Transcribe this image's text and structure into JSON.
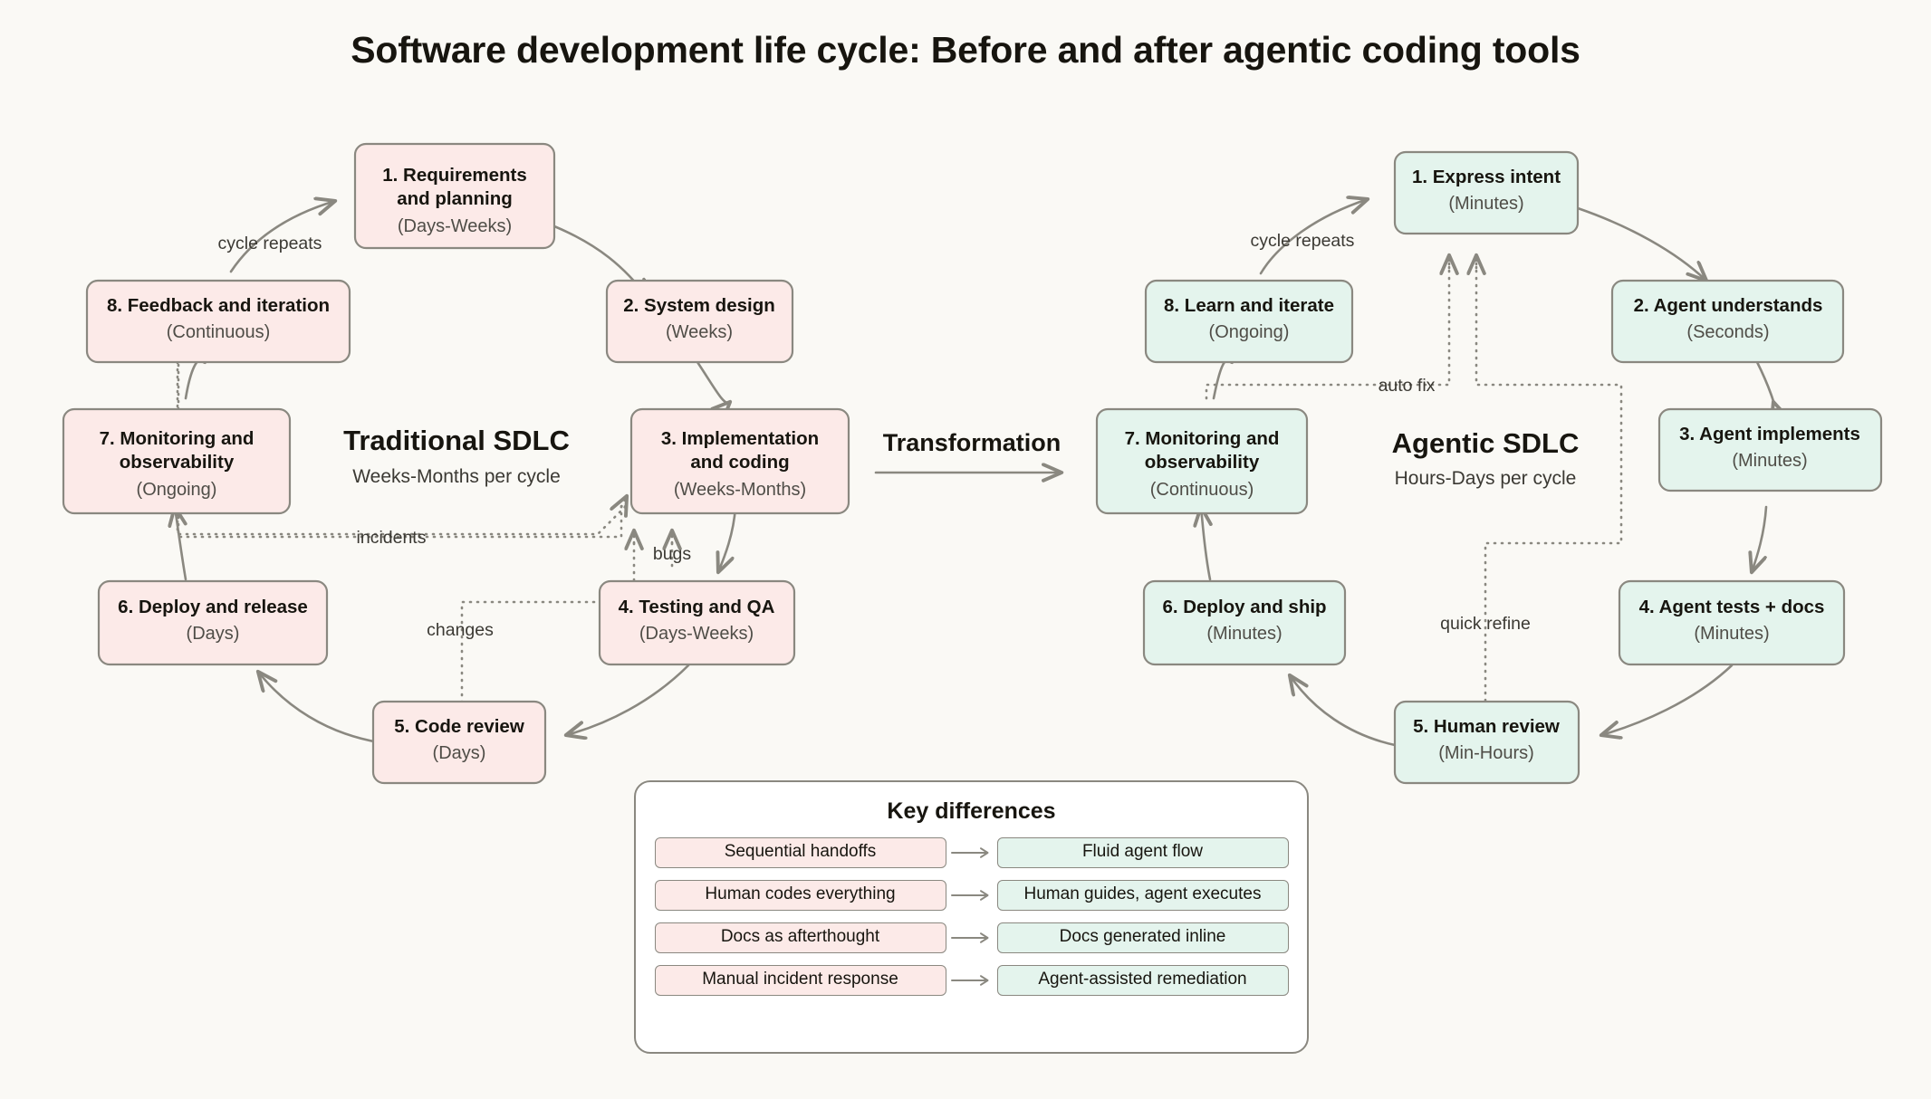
{
  "page": {
    "title": "Software development life cycle: Before and after agentic coding tools",
    "background_color": "#faf9f5"
  },
  "colors": {
    "traditional_fill": "#fceae8",
    "agentic_fill": "#e4f4ed",
    "node_stroke": "#8a8880",
    "text": "#17150f",
    "sub_text": "#4f4d47"
  },
  "transformation": {
    "label": "Transformation",
    "icon": "arrow-right-icon"
  },
  "traditional": {
    "center_title": "Traditional SDLC",
    "center_subtitle": "Weeks-Months per cycle",
    "nodes": [
      {
        "title": "1. Requirements",
        "title2": "and planning",
        "duration": "(Days-Weeks)"
      },
      {
        "title": "2. System design",
        "title2": "",
        "duration": "(Weeks)"
      },
      {
        "title": "3. Implementation",
        "title2": "and coding",
        "duration": "(Weeks-Months)"
      },
      {
        "title": "4. Testing and QA",
        "title2": "",
        "duration": "(Days-Weeks)"
      },
      {
        "title": "5. Code review",
        "title2": "",
        "duration": "(Days)"
      },
      {
        "title": "6. Deploy and release",
        "title2": "",
        "duration": "(Days)"
      },
      {
        "title": "7. Monitoring and",
        "title2": "observability",
        "duration": "(Ongoing)"
      },
      {
        "title": "8. Feedback and iteration",
        "title2": "",
        "duration": "(Continuous)"
      }
    ],
    "edge_labels": {
      "cycle": "cycle repeats",
      "incidents": "incidents",
      "bugs": "bugs",
      "changes": "changes"
    }
  },
  "agentic": {
    "center_title": "Agentic SDLC",
    "center_subtitle": "Hours-Days per cycle",
    "nodes": [
      {
        "title": "1. Express intent",
        "title2": "",
        "duration": "(Minutes)"
      },
      {
        "title": "2. Agent understands",
        "title2": "",
        "duration": "(Seconds)"
      },
      {
        "title": "3. Agent implements",
        "title2": "",
        "duration": "(Minutes)"
      },
      {
        "title": "4. Agent tests + docs",
        "title2": "",
        "duration": "(Minutes)"
      },
      {
        "title": "5. Human review",
        "title2": "",
        "duration": "(Min-Hours)"
      },
      {
        "title": "6. Deploy and ship",
        "title2": "",
        "duration": "(Minutes)"
      },
      {
        "title": "7. Monitoring and",
        "title2": "observability",
        "duration": "(Continuous)"
      },
      {
        "title": "8. Learn and iterate",
        "title2": "",
        "duration": "(Ongoing)"
      }
    ],
    "edge_labels": {
      "cycle": "cycle repeats",
      "auto_fix": "auto fix",
      "quick_refine": "quick refine"
    }
  },
  "legend": {
    "title": "Key differences",
    "rows": [
      {
        "before": "Sequential handoffs",
        "after": "Fluid agent flow"
      },
      {
        "before": "Human codes everything",
        "after": "Human guides, agent executes"
      },
      {
        "before": "Docs as afterthought",
        "after": "Docs generated inline"
      },
      {
        "before": "Manual incident response",
        "after": "Agent-assisted remediation"
      }
    ]
  }
}
